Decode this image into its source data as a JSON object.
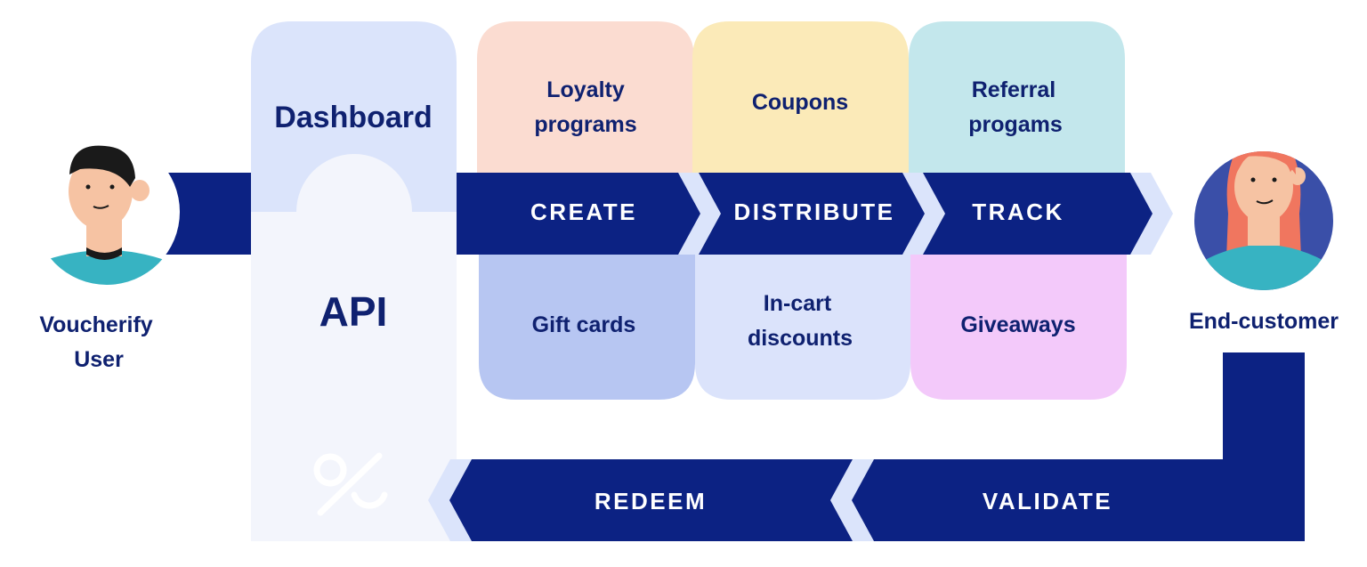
{
  "actors": {
    "left": {
      "line1": "Voucherify",
      "line2": "User"
    },
    "right": {
      "label": "End-customer"
    }
  },
  "platform": {
    "dashboard": "Dashboard",
    "api": "API"
  },
  "stages": {
    "create": "CREATE",
    "distribute": "DISTRIBUTE",
    "track": "TRACK",
    "redeem": "REDEEM",
    "validate": "VALIDATE"
  },
  "features": {
    "loyalty": {
      "line1": "Loyalty",
      "line2": "programs"
    },
    "coupons": {
      "line1": "Coupons"
    },
    "referral": {
      "line1": "Referral",
      "line2": "progams"
    },
    "giftcards": {
      "line1": "Gift cards"
    },
    "incart": {
      "line1": "In-cart",
      "line2": "discounts"
    },
    "giveaways": {
      "line1": "Giveaways"
    }
  },
  "colors": {
    "navy": "#0c2283",
    "dark_text": "#0f2170",
    "dashboard_bg": "#dbe4fb",
    "api_bg": "#f3f5fc",
    "loyalty_bg": "#fbdcd1",
    "coupons_bg": "#fbeab8",
    "referral_bg": "#c3e7ec",
    "giftcards_bg": "#b7c6f2",
    "incart_bg": "#dbe3fb",
    "giveaways_bg": "#f3c9fa",
    "chevron_light": "#dbe4fb",
    "skin": "#f6c3a3",
    "teal_shirt": "#37b3c2",
    "hair_dark": "#1a1a1a",
    "hair_red": "#f0765f",
    "avatar_bg_right": "#3a4fa8"
  },
  "icons": {
    "percent": "percent-icon",
    "user_avatar": "user-avatar-icon",
    "customer_avatar": "customer-avatar-icon"
  }
}
